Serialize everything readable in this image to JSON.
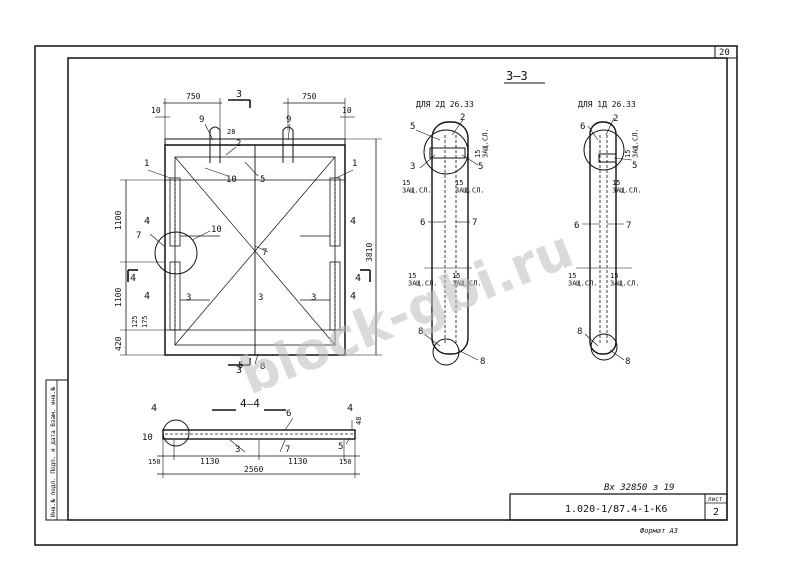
{
  "sheet_number": "20",
  "section_title": "3—3",
  "section_44": "4—4",
  "left_view": {
    "section_mark_top": "3",
    "section_mark_bottom": "3",
    "section_mark_left": "4",
    "section_mark_right": "4",
    "dims": {
      "top_left": "750",
      "top_right": "750",
      "off_left": "10",
      "off_right": "10",
      "edge_28": "28",
      "h_1100_upper": "1100",
      "h_1100_lower": "1100",
      "h_420": "420",
      "h_3810": "3810",
      "h_125": "125",
      "h_175": "175"
    },
    "callouts": [
      "9",
      "9",
      "1",
      "1",
      "10",
      "5",
      "2",
      "4",
      "4",
      "4",
      "4",
      "7",
      "7",
      "3",
      "3",
      "3",
      "10",
      "8",
      "5"
    ]
  },
  "center_view": {
    "caption": "ДЛЯ 2Д 26.33",
    "callouts": [
      "5",
      "2",
      "3",
      "5",
      "6",
      "7",
      "8",
      "8"
    ],
    "notes": {
      "zas_top": "15\nЗАЩ.СЛ.",
      "zas_left": "15\nЗАЩ.СЛ.",
      "zas_right": "15\nЗАЩ.СЛ.",
      "zas_mid_left": "15\nЗАЩ.СЛ.",
      "zas_mid_right": "15\nЗАЩ.СЛ."
    }
  },
  "right_view": {
    "caption": "ДЛЯ 1Д 26.33",
    "callouts": [
      "6",
      "2",
      "5",
      "6",
      "7",
      "8",
      "8"
    ],
    "notes": {
      "zas_top": "15\nЗАЩ.СЛ.",
      "zas_right": "15\nЗАЩ.СЛ.",
      "zas_mid_left": "15\nЗАЩ.СЛ.",
      "zas_mid_right": "15\nЗАЩ.СЛ."
    }
  },
  "bottom_view": {
    "callouts": [
      "4",
      "6",
      "4",
      "10",
      "3",
      "7",
      "5"
    ],
    "dims": {
      "d150_left": "150",
      "d1130_left": "1130",
      "d1130_right": "1130",
      "d150_right": "150",
      "d2560": "2560",
      "d48": "48"
    }
  },
  "stamp_vertical": "Инв.№ подл.  Подп. и дата  Взам. инв.№",
  "inv_note": "Вх 32850 з 19",
  "designation": "1.020-1/87.4-1-К6",
  "sheet_label": "лист",
  "sheet_value": "2",
  "format_note": "Формат А3",
  "watermark": "block-gbi.ru"
}
